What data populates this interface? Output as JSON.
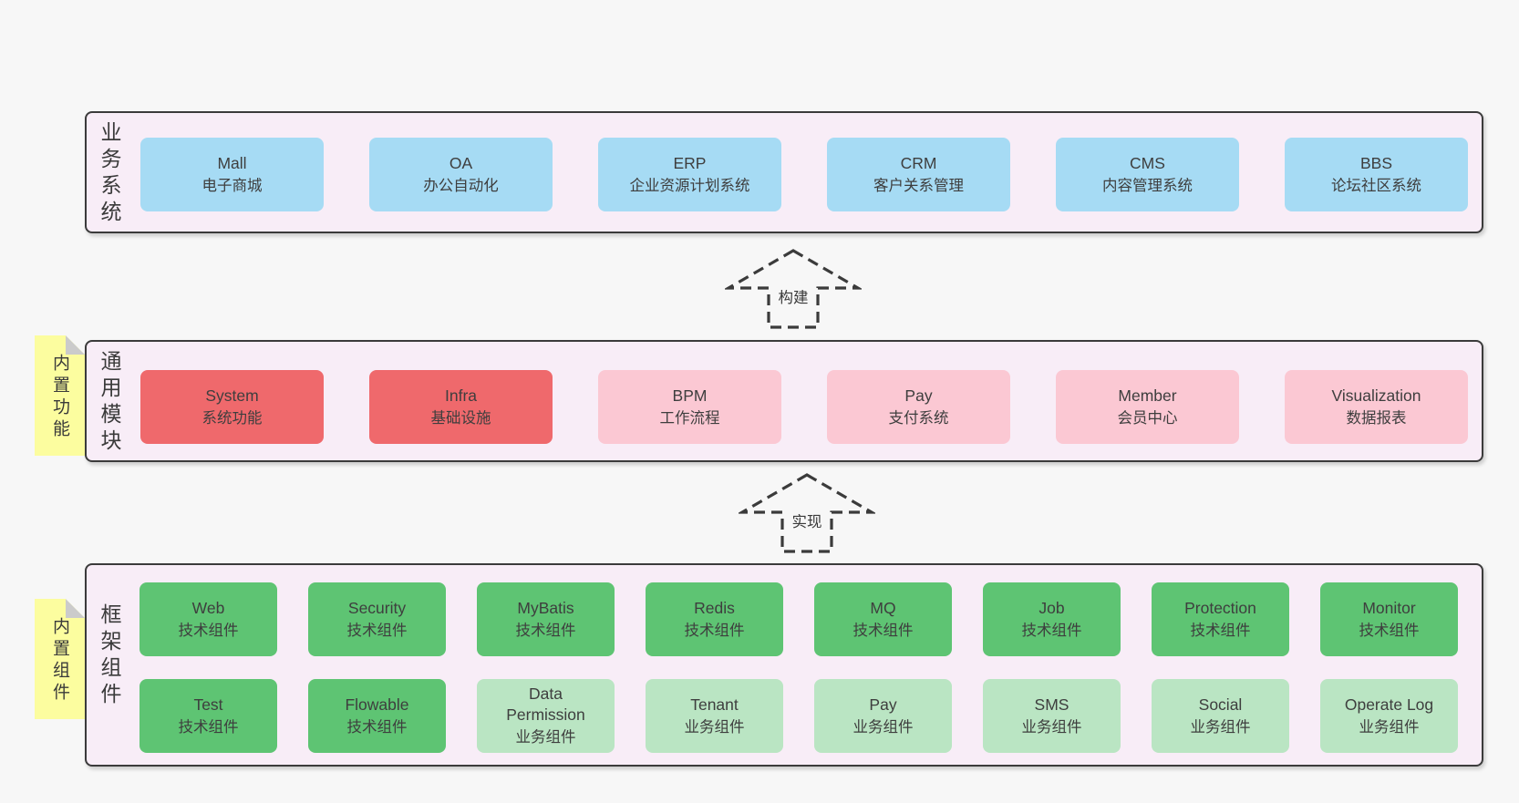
{
  "colors": {
    "page_bg": "#f7f7f7",
    "panel_bg": "#f8edf7",
    "panel_border": "#3b3b3b",
    "blue_box": "#a6dbf4",
    "red_box": "#ef696c",
    "pink_box": "#fbc8d3",
    "green_box": "#5ec473",
    "green_light_box": "#bae5c3",
    "tab_bg": "#fcfd9f",
    "tab_fold": "#cbcbcb",
    "text": "#3e3e3e",
    "arrow": "#3b3b3b"
  },
  "arrows": [
    {
      "label": "构建"
    },
    {
      "label": "实现"
    }
  ],
  "sections": {
    "business": {
      "label": "业务系统",
      "boxes": [
        {
          "en": "Mall",
          "zh": "电子商城"
        },
        {
          "en": "OA",
          "zh": "办公自动化"
        },
        {
          "en": "ERP",
          "zh": "企业资源计划系统"
        },
        {
          "en": "CRM",
          "zh": "客户关系管理"
        },
        {
          "en": "CMS",
          "zh": "内容管理系统"
        },
        {
          "en": "BBS",
          "zh": "论坛社区系统"
        }
      ]
    },
    "modules": {
      "label": "通用模块",
      "tab": "内置功能",
      "boxes": [
        {
          "en": "System",
          "zh": "系统功能"
        },
        {
          "en": "Infra",
          "zh": "基础设施"
        },
        {
          "en": "BPM",
          "zh": "工作流程"
        },
        {
          "en": "Pay",
          "zh": "支付系统"
        },
        {
          "en": "Member",
          "zh": "会员中心"
        },
        {
          "en": "Visualization",
          "zh": "数据报表"
        }
      ]
    },
    "components": {
      "label": "框架组件",
      "tab": "内置组件",
      "row1": [
        {
          "en": "Web",
          "zh": "技术组件"
        },
        {
          "en": "Security",
          "zh": "技术组件"
        },
        {
          "en": "MyBatis",
          "zh": "技术组件"
        },
        {
          "en": "Redis",
          "zh": "技术组件"
        },
        {
          "en": "MQ",
          "zh": "技术组件"
        },
        {
          "en": "Job",
          "zh": "技术组件"
        },
        {
          "en": "Protection",
          "zh": "技术组件"
        },
        {
          "en": "Monitor",
          "zh": "技术组件"
        }
      ],
      "row2": [
        {
          "en": "Test",
          "zh": "技术组件"
        },
        {
          "en": "Flowable",
          "zh": "技术组件"
        },
        {
          "en": "Data Permission",
          "zh": "业务组件"
        },
        {
          "en": "Tenant",
          "zh": "业务组件"
        },
        {
          "en": "Pay",
          "zh": "业务组件"
        },
        {
          "en": "SMS",
          "zh": "业务组件"
        },
        {
          "en": "Social",
          "zh": "业务组件"
        },
        {
          "en": "Operate Log",
          "zh": "业务组件"
        }
      ]
    }
  }
}
